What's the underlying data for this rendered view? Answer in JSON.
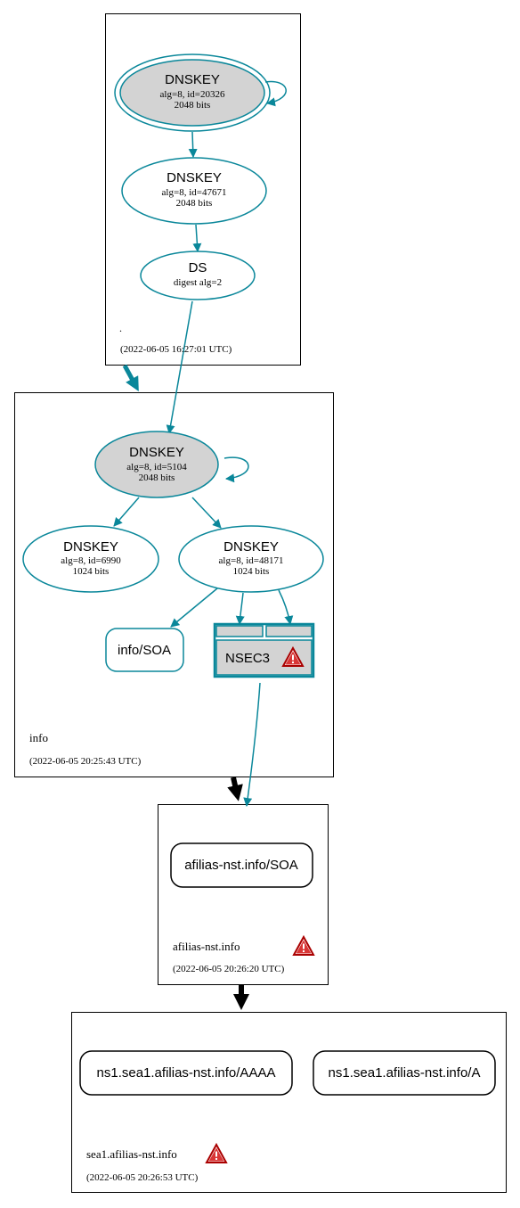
{
  "colors": {
    "teal": "#0a879a",
    "key_fill": "#d3d3d3",
    "box_stroke": "#000000",
    "warn_red": "#cc0000"
  },
  "zones": {
    "root": {
      "name": ".",
      "timestamp": "(2022-06-05 16:27:01 UTC)"
    },
    "info": {
      "name": "info",
      "timestamp": "(2022-06-05 20:25:43 UTC)"
    },
    "afilias": {
      "name": "afilias-nst.info",
      "timestamp": "(2022-06-05 20:26:20 UTC)",
      "icon": "warning-icon"
    },
    "sea1": {
      "name": "sea1.afilias-nst.info",
      "timestamp": "(2022-06-05 20:26:53 UTC)",
      "icon": "warning-icon"
    }
  },
  "nodes": {
    "root_ksk": {
      "title": "DNSKEY",
      "line1": "alg=8, id=20326",
      "line2": "2048 bits"
    },
    "root_zsk": {
      "title": "DNSKEY",
      "line1": "alg=8, id=47671",
      "line2": "2048 bits"
    },
    "info_ds": {
      "title": "DS",
      "line1": "digest alg=2"
    },
    "info_ksk": {
      "title": "DNSKEY",
      "line1": "alg=8, id=5104",
      "line2": "2048 bits"
    },
    "info_zsk1": {
      "title": "DNSKEY",
      "line1": "alg=8, id=6990",
      "line2": "1024 bits"
    },
    "info_zsk2": {
      "title": "DNSKEY",
      "line1": "alg=8, id=48171",
      "line2": "1024 bits"
    },
    "info_soa": {
      "title": "info/SOA"
    },
    "info_nsec3": {
      "title": "NSEC3",
      "icon": "warning-icon"
    },
    "afilias_soa": {
      "title": "afilias-nst.info/SOA"
    },
    "sea1_aaaa": {
      "title": "ns1.sea1.afilias-nst.info/AAAA"
    },
    "sea1_a": {
      "title": "ns1.sea1.afilias-nst.info/A"
    }
  }
}
